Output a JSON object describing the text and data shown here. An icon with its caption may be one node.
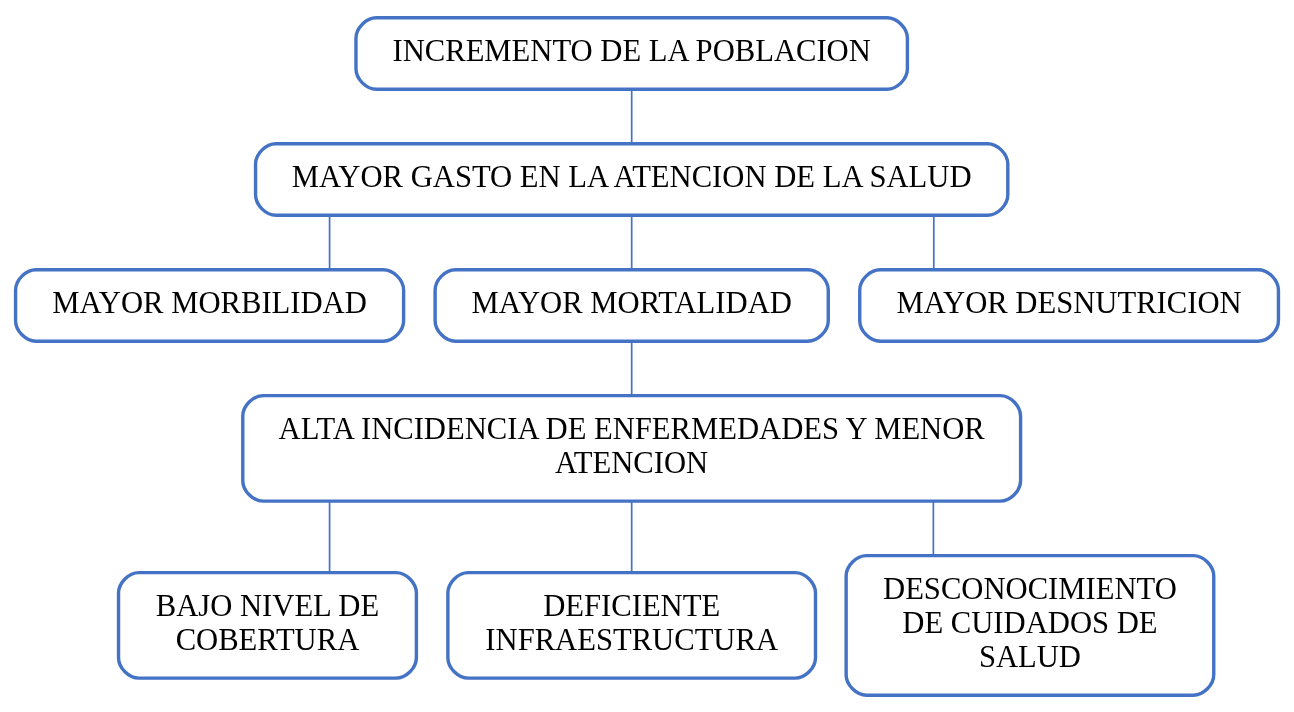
{
  "diagram": {
    "nodes": [
      {
        "text": [
          "INCREMENTO DE LA POBLACION"
        ]
      },
      {
        "text": [
          "MAYOR GASTO EN LA ATENCION DE LA SALUD"
        ]
      },
      {
        "text": [
          "MAYOR MORBILIDAD"
        ]
      },
      {
        "text": [
          "MAYOR MORTALIDAD"
        ]
      },
      {
        "text": [
          "MAYOR DESNUTRICION"
        ]
      },
      {
        "text": [
          "ALTA INCIDENCIA DE ENFERMEDADES Y MENOR ATENCION"
        ]
      },
      {
        "text": [
          "BAJO NIVEL DE COBERTURA"
        ]
      },
      {
        "text": [
          "DEFICIENTE INFRAESTRUCTURA"
        ]
      },
      {
        "text": [
          "DESCONOCIMIENTO DE CUIDADOS DE SALUD"
        ]
      }
    ],
    "edges": [
      {
        "from": 0,
        "to": 1,
        "arrow": "none"
      },
      {
        "from": 1,
        "to": 2,
        "arrow": "none"
      },
      {
        "from": 1,
        "to": 3,
        "arrow": "none"
      },
      {
        "from": 1,
        "to": 4,
        "arrow": "none"
      },
      {
        "from": 3,
        "to": 5,
        "arrow": "none"
      },
      {
        "from": 5,
        "to": 6,
        "arrow": "none"
      },
      {
        "from": 5,
        "to": 7,
        "arrow": "none"
      },
      {
        "from": 5,
        "to": 8,
        "arrow": "none"
      }
    ]
  }
}
